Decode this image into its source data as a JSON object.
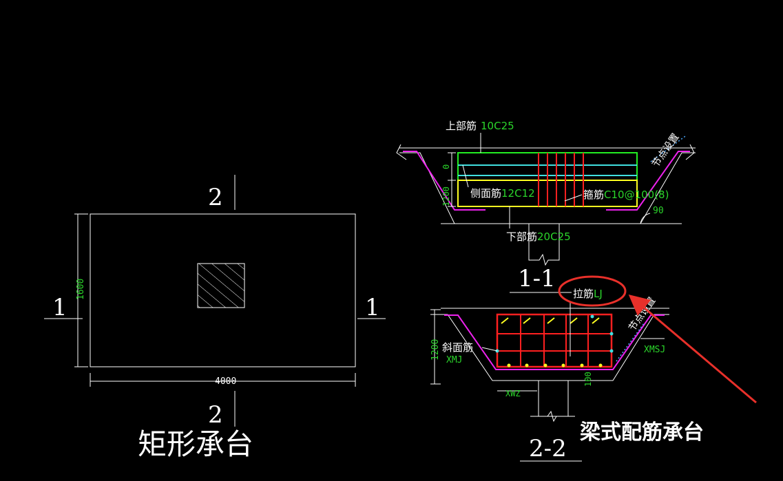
{
  "plan": {
    "section_mark_top": "2",
    "section_mark_bottom": "2",
    "section_mark_left": "1",
    "section_mark_right": "1",
    "dim_height": "1600",
    "dim_width": "4000",
    "title": "矩形承台"
  },
  "section11": {
    "title": "1-1",
    "top_bar_label": "上部筋",
    "top_bar_value": "10C25",
    "side_bar_label": "侧面筋",
    "side_bar_value": "12C12",
    "stirrup_label": "箍筋",
    "stirrup_value": "C10@100(8)",
    "bottom_bar_label": "下部筋",
    "bottom_bar_value": "20C25",
    "node_setting": "节点设置",
    "angle": "90",
    "dim_zero": "0",
    "dim_side": "1200"
  },
  "section22": {
    "title": "2-2",
    "tie_label": "拉筋",
    "tie_value": "LJ",
    "slope_label": "斜面筋",
    "slope_value": "XMJ",
    "dim_height": "1200",
    "xmsj": "XMSJ",
    "xwz": "XWZ",
    "dim_100": "100",
    "node_setting": "节点设置"
  },
  "annotation": {
    "caption": "梁式配筋承台",
    "highlight_color": "#e8302a"
  },
  "colors": {
    "line": "#ffffff",
    "dim_text": "#2bd62b",
    "rebar_red": "#ff2020",
    "rebar_green": "#22ee22",
    "rebar_cyan": "#40e0e0",
    "rebar_yellow": "#ffff20",
    "magenta": "#ee22ee",
    "node_blue": "#4aa8ff"
  }
}
